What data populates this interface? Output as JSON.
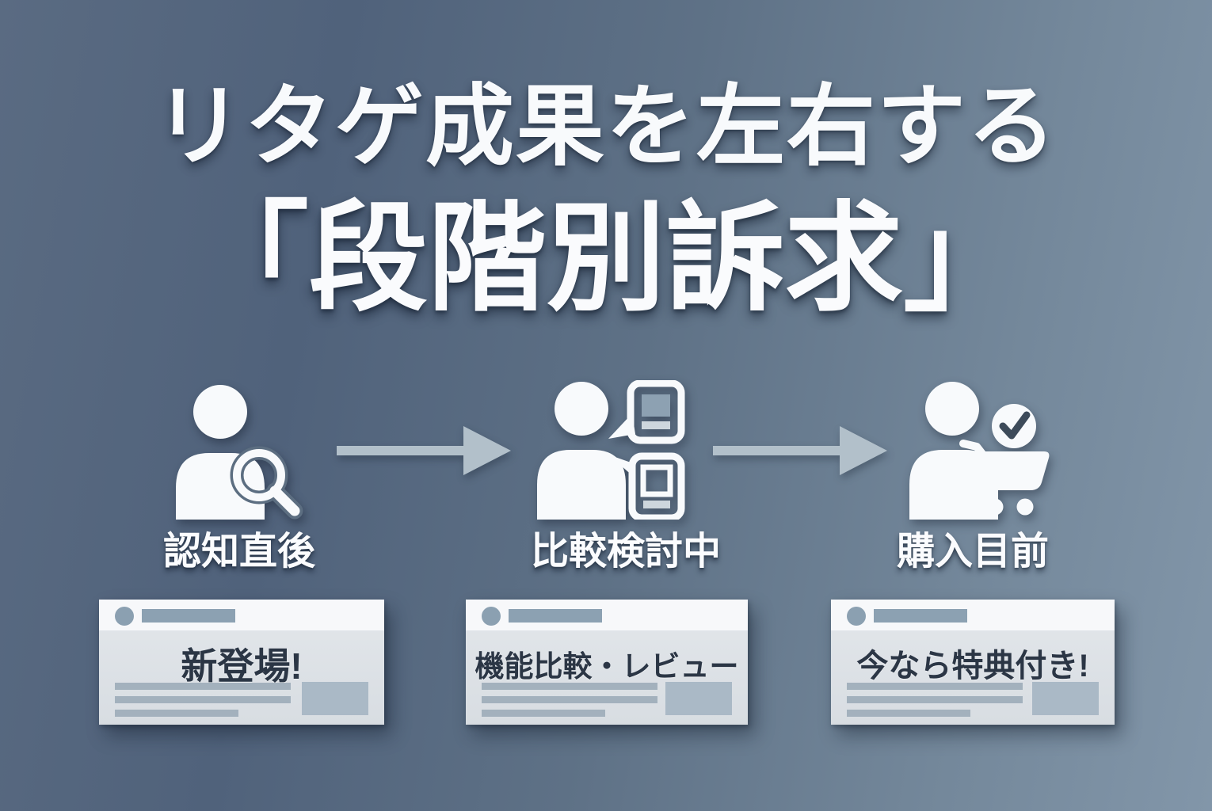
{
  "title": {
    "line1": "リタゲ成果を左右する",
    "line2": "「段階別訴求」"
  },
  "stages": [
    {
      "label": "認知直後",
      "icon": "user-search-icon",
      "ad_headline": "新登場!"
    },
    {
      "label": "比較検討中",
      "icon": "user-compare-icon",
      "ad_headline": "機能比較・レビュー"
    },
    {
      "label": "購入目前",
      "icon": "user-cart-check-icon",
      "ad_headline": "今なら特典付き!"
    }
  ],
  "arrows": {
    "icon": "arrow-right-icon",
    "count": 2
  },
  "colors": {
    "background_left": "#50627b",
    "background_right": "#8296a9",
    "icon_white": "#f8fafc",
    "arrow": "#b2c0ca",
    "card_header": "#f7f8fa",
    "card_body": "#dde2e7",
    "placeholder_gray": "#8ca1b2",
    "line_gray": "#a3b1bd",
    "headline_text": "#2b3645",
    "check_mark": "#3d4b5a"
  }
}
